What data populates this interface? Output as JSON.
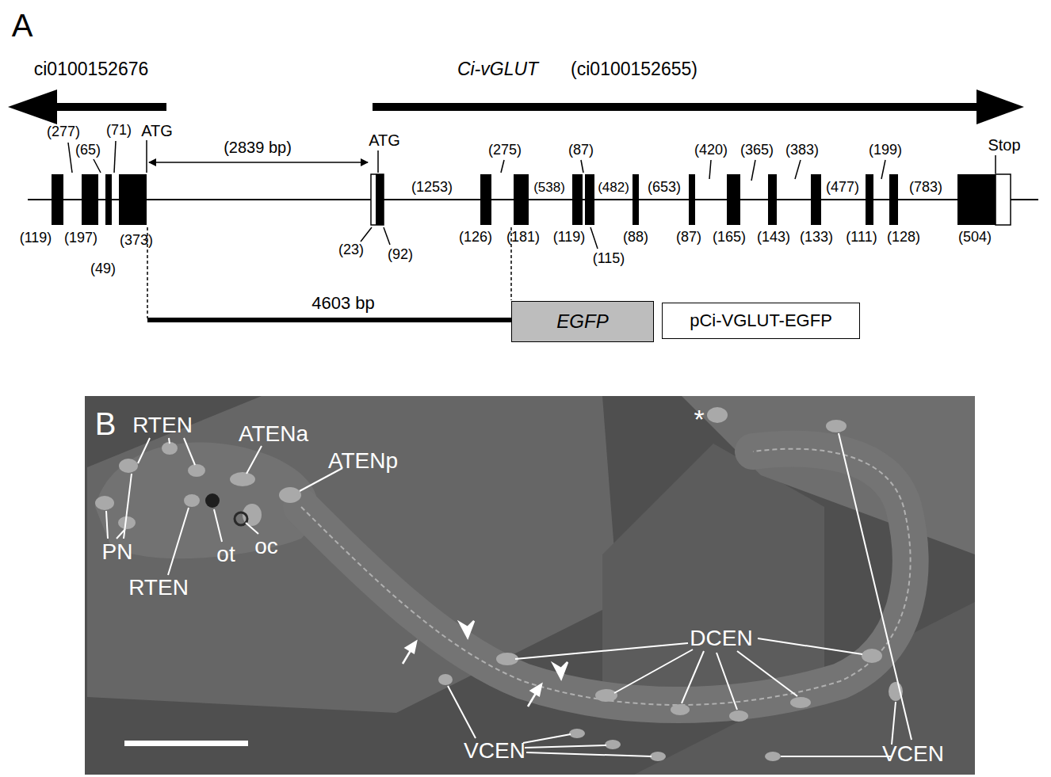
{
  "diagram": {
    "nodes": [
      {
        "text": [
          "EGFP"
        ]
      },
      {
        "text": [
          "pCi-VGLUT-EGFP"
        ]
      }
    ],
    "labels": [
      "A",
      "ci0100152676",
      "Ci-vGLUT",
      "(ci0100152655)",
      "(277)",
      "(65)",
      "(71)",
      "ATG",
      "(2839 bp)",
      "ATG",
      "(275)",
      "(87)",
      "(420)",
      "(365)",
      "(383)",
      "(199)",
      "Stop",
      "(1253)",
      "(538)",
      "(482)",
      "(653)",
      "(477)",
      "(783)",
      "(119)",
      "(197)",
      "(373)",
      "(49)",
      "(23)",
      "(92)",
      "(126)",
      "(181)",
      "(119)",
      "(115)",
      "(88)",
      "(87)",
      "(165)",
      "(143)",
      "(133)",
      "(111)",
      "(128)",
      "(504)",
      "4603 bp",
      "B",
      "RTEN",
      "ATENa",
      "ATENp",
      "PN",
      "RTEN",
      "ot",
      "oc",
      "DCEN",
      "VCEN",
      "VCEN",
      "*"
    ]
  }
}
